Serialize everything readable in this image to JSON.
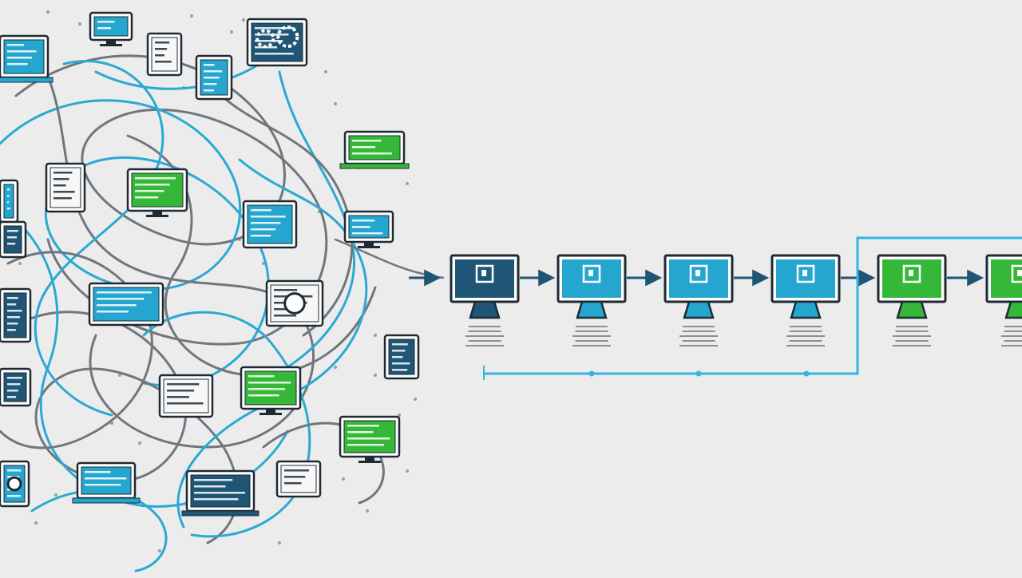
{
  "colors": {
    "background": "#ececec",
    "navy": "#1f5675",
    "cyan": "#25a6cf",
    "green": "#35b838",
    "cable_gray": "#70767c",
    "cable_blue": "#2aa9d3",
    "ink": "#1d2a33",
    "loop_line": "#35b5e0"
  },
  "pipeline": {
    "stages": [
      {
        "screen_color": "navy",
        "icon": "document-icon"
      },
      {
        "screen_color": "cyan",
        "icon": "document-icon"
      },
      {
        "screen_color": "cyan",
        "icon": "document-icon"
      },
      {
        "screen_color": "cyan",
        "icon": "document-icon"
      },
      {
        "screen_color": "green",
        "icon": "document-icon"
      },
      {
        "screen_color": "green",
        "icon": "document-icon"
      }
    ]
  },
  "cluster": {
    "devices": [
      {
        "kind": "laptop-chart",
        "color": "cyan"
      },
      {
        "kind": "monitor",
        "color": "cyan"
      },
      {
        "kind": "paper-document",
        "color": "white"
      },
      {
        "kind": "gear-panel",
        "color": "navy"
      },
      {
        "kind": "device-panel",
        "color": "cyan"
      },
      {
        "kind": "laptop",
        "color": "green"
      },
      {
        "kind": "tablet",
        "color": "white"
      },
      {
        "kind": "monitor",
        "color": "green"
      },
      {
        "kind": "tablet",
        "color": "cyan"
      },
      {
        "kind": "monitor",
        "color": "cyan"
      },
      {
        "kind": "monitor",
        "color": "cyan"
      },
      {
        "kind": "printer",
        "color": "cyan"
      },
      {
        "kind": "camera-device",
        "color": "white"
      },
      {
        "kind": "server-panel",
        "color": "navy"
      },
      {
        "kind": "document-list",
        "color": "navy"
      },
      {
        "kind": "spreadsheet",
        "color": "navy"
      },
      {
        "kind": "monitor",
        "color": "green"
      },
      {
        "kind": "monitor",
        "color": "green"
      },
      {
        "kind": "circuit-panel",
        "color": "white"
      },
      {
        "kind": "dial-panel",
        "color": "cyan"
      },
      {
        "kind": "laptop",
        "color": "cyan"
      },
      {
        "kind": "laptop",
        "color": "navy"
      },
      {
        "kind": "grid-panel",
        "color": "white"
      },
      {
        "kind": "server-panel",
        "color": "navy"
      }
    ]
  }
}
